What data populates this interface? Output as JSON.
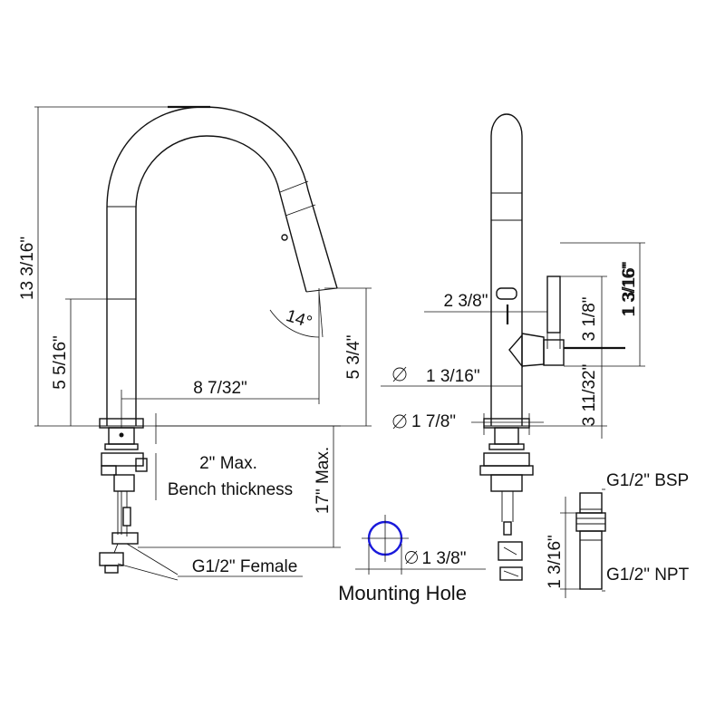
{
  "colors": {
    "line": "#111111",
    "mounting_hole": "#1a1adb",
    "background": "#ffffff"
  },
  "side_view": {
    "overall_height": "13 3/16\"",
    "lower_body_height": "5 5/16\"",
    "spout_height": "5 3/4\"",
    "reach": "8 7/32\"",
    "spray_angle": "14°",
    "bench_note_line1": "2\" Max.",
    "bench_note_line2": "Bench thickness",
    "hose_length": "17\" Max.",
    "connection": "G1/2\" Female"
  },
  "mounting_hole": {
    "diameter": "1 3/8\"",
    "label": "Mounting Hole"
  },
  "front_view": {
    "handle_offset": "2 3/8\"",
    "handle_height_a": "1 3/16\"",
    "handle_height_b": "3 1/8\"",
    "handle_diameter": "1 3/16\"",
    "handle_elevation": "3 11/32\"",
    "body_diameter": "1 3/16\"",
    "base_diameter": "1 7/8\""
  },
  "adapter": {
    "top_thread": "G1/2\" BSP",
    "bottom_thread": "G1/2\" NPT",
    "length": "1 3/16\""
  }
}
